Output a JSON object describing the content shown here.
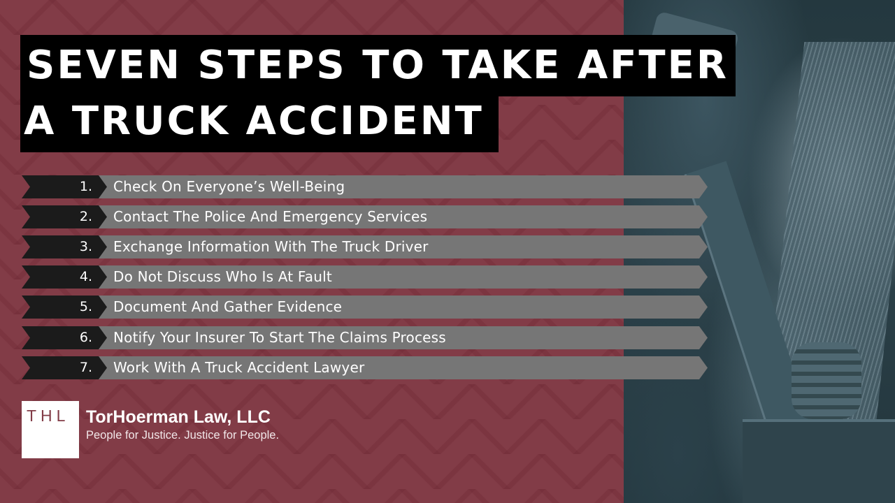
{
  "title": {
    "line1": "SEVEN STEPS TO TAKE AFTER",
    "line2": "A TRUCK ACCIDENT"
  },
  "steps": [
    {
      "number": "1.",
      "label": "Check On Everyone’s Well-Being"
    },
    {
      "number": "2.",
      "label": "Contact The Police And Emergency Services"
    },
    {
      "number": "3.",
      "label": "Exchange Information With The Truck Driver"
    },
    {
      "number": "4.",
      "label": "Do Not Discuss Who Is At Fault"
    },
    {
      "number": "5.",
      "label": "Document And Gather Evidence"
    },
    {
      "number": "6.",
      "label": "Notify Your Insurer To Start The Claims Process"
    },
    {
      "number": "7.",
      "label": "Work With A Truck Accident Lawyer"
    }
  ],
  "logo": {
    "mark": "THL",
    "firm_name": "TorHoerman Law, LLC",
    "tagline": "People for Justice. Justice for People."
  },
  "photo": {
    "subject": "damaged-truck-interior-photo"
  },
  "colors": {
    "background": "#823c47",
    "title_bg": "#000000",
    "ribbon": "#1b1b1b",
    "bar": "#767676",
    "photo_tint": "#2c4149",
    "text": "#ffffff"
  }
}
